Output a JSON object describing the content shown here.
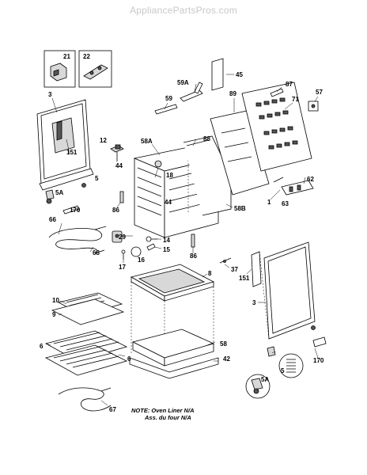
{
  "watermark": "AppliancePartsPros.com",
  "note": {
    "line1": "NOTE: Oven Liner N/A",
    "line2": "Ass. du four N/A"
  },
  "callouts": {
    "p21": "21",
    "p22": "22",
    "p45": "45",
    "p59A": "59A",
    "p59": "59",
    "p87": "87",
    "p89": "89",
    "p71": "71",
    "p57": "57",
    "p3_top": "3",
    "p151_top": "151",
    "p12": "12",
    "p58A": "58A",
    "p88": "88",
    "p18": "18",
    "p44_left": "44",
    "p44_mid": "44",
    "p5_left": "5",
    "p5A_left": "5A",
    "p170_left": "170",
    "p86_left": "86",
    "p86_right": "86",
    "p58B": "58B",
    "p1": "1",
    "p63": "63",
    "p62": "62",
    "p66": "66",
    "p68": "68",
    "p29": "29",
    "p14": "14",
    "p15": "15",
    "p16": "16",
    "p17": "17",
    "p8": "8",
    "p37": "37",
    "p151_bot": "151",
    "p3_bot": "3",
    "p10": "10",
    "p9": "9",
    "p6_left": "6",
    "p6_right": "6",
    "p58": "58",
    "p42": "42",
    "p67": "67",
    "p5A_right": "5A",
    "p5_right": "5",
    "p170_right": "170"
  }
}
